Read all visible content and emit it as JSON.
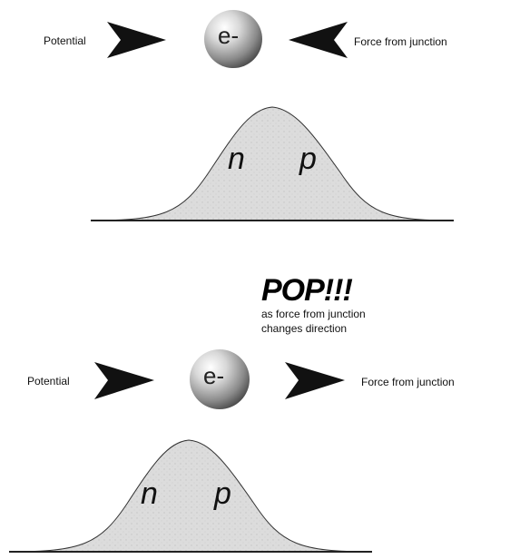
{
  "top_panel": {
    "left_label": "Potential",
    "right_label": "Force from junction",
    "electron_label": "e-",
    "region_n": "n",
    "region_p": "p"
  },
  "annotation": {
    "headline": "POP!!!",
    "line1": "as force from junction",
    "line2": "changes direction"
  },
  "bottom_panel": {
    "left_label": "Potential",
    "right_label": "Force from junction",
    "electron_label": "e-",
    "region_n": "n",
    "region_p": "p"
  },
  "colors": {
    "hill_fill": "#d9d9d9",
    "hill_stroke": "#333333",
    "arrow": "#111111"
  }
}
